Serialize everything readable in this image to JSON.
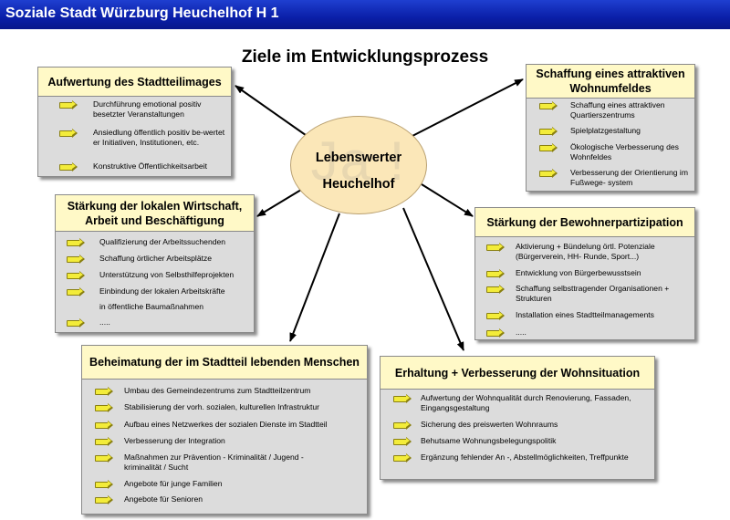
{
  "header": {
    "title": "Soziale Stadt Würzburg Heuchelhof H 1"
  },
  "main_title": "Ziele im Entwicklungsprozess",
  "center": {
    "line1": "Lebenswerter",
    "line2": "Heuchelhof",
    "watermark": "Ja !"
  },
  "colors": {
    "header": "#0a1fa8",
    "title_fill": "#fff9c7",
    "box_fill": "#dcdcdc",
    "center_fill": "#fbe7b8",
    "bullet_arrow": "#f3ec3a"
  },
  "boxes": {
    "image": {
      "title": "Aufwertung des Stadtteilimages",
      "items": [
        "Durchführung emotional positiv besetzter Veranstaltungen",
        "Ansiedlung öffentlich positiv be-wertet er Initiativen, Institutionen, etc.",
        "Konstruktive Öffentlichkeitsarbeit"
      ]
    },
    "umfeld": {
      "title1": "Schaffung eines attraktiven",
      "title2": "Wohnumfeldes",
      "items": [
        "Schaffung eines attraktiven Quartierszentrums",
        "Spielplatzgestaltung",
        "Ökologische Verbesserung des Wohnfeldes",
        "Verbesserung der Orientierung im Fußwege- system"
      ]
    },
    "wirtschaft": {
      "title1": "Stärkung der lokalen Wirtschaft,",
      "title2": "Arbeit und Beschäftigung",
      "items": [
        "Qualifizierung der Arbeitssuchenden",
        "Schaffung örtlicher Arbeitsplätze",
        "Unterstützung von Selbsthilfeprojekten",
        "Einbindung der lokalen Arbeitskräfte",
        "in öffentliche Baumaßnahmen",
        "....."
      ]
    },
    "partizipation": {
      "title": "Stärkung der Bewohnerpartizipation",
      "items": [
        "Aktivierung + Bündelung örtl. Potenziale (Bürgerverein, HH- Runde, Sport...)",
        "Entwicklung von Bürgerbewusstsein",
        "Schaffung selbsttragender Organisationen + Strukturen",
        "Installation eines Stadtteilmanagements",
        "....."
      ]
    },
    "beheimatung": {
      "title": "Beheimatung der im Stadtteil lebenden Menschen",
      "items": [
        "Umbau des Gemeindezentrums zum Stadtteilzentrum",
        "Stabilisierung der vorh. sozialen, kulturellen Infrastruktur",
        "Aufbau eines Netzwerkes der sozialen Dienste im Stadtteil",
        "Verbesserung der Integration",
        "Maßnahmen zur Prävention - Kriminalität / Jugend - kriminalität / Sucht",
        "Angebote für junge Familien",
        "Angebote für Senioren"
      ]
    },
    "wohnsituation": {
      "title": "Erhaltung + Verbesserung der Wohnsituation",
      "items": [
        "Aufwertung der Wohnqualität durch Renovierung, Fassaden, Eingangsgestaltung",
        "Sicherung des preiswerten Wohnraums",
        "Behutsame Wohnungsbelegungspolitik",
        "Ergänzung fehlender An -, Abstellmöglichkeiten, Treffpunkte"
      ]
    }
  }
}
